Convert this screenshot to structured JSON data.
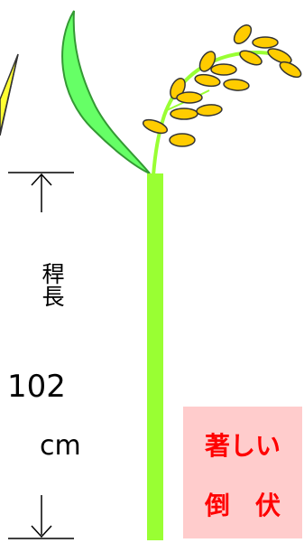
{
  "measurement": {
    "culm_length_label": "稈長",
    "value": "102",
    "unit": "cm"
  },
  "lodging": {
    "line1": "著しい",
    "line2": "倒　伏",
    "text_color": "#ff0000",
    "box_color": "#ffcccc"
  },
  "colors": {
    "stem": "#99ff33",
    "leaf": "#66ff66",
    "leaf_outline": "#339933",
    "grain": "#ffcc00",
    "grain_outline": "#333333",
    "left_leaf": "#ffff33"
  }
}
